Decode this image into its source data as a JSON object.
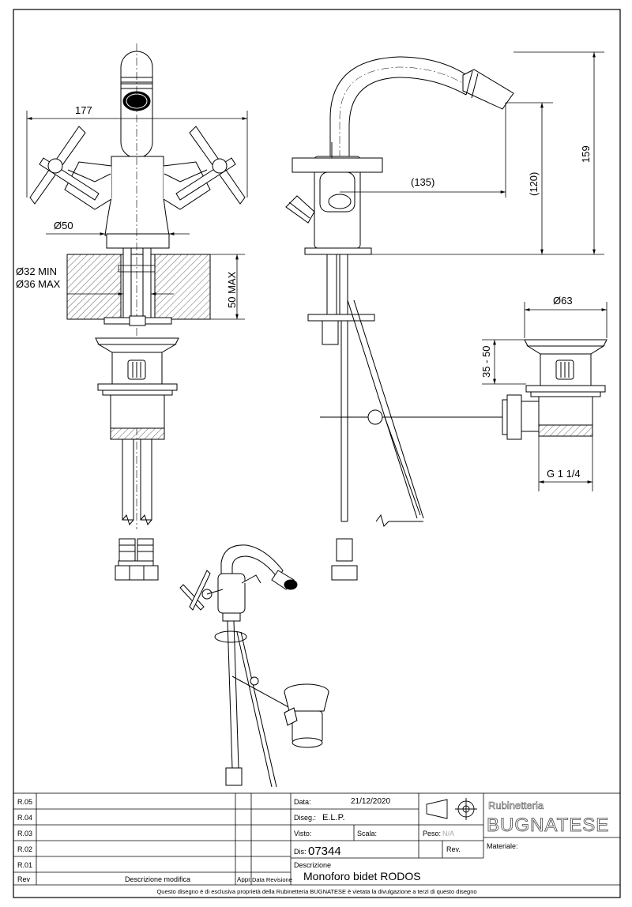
{
  "dimensions": {
    "width_177": "177",
    "dia_50": "Ø50",
    "dia_32_min": "Ø32 MIN",
    "dia_36_max": "Ø36 MAX",
    "max_50": "50 MAX",
    "reach_135": "(135)",
    "height_120": "(120)",
    "height_159": "159",
    "dia_63": "Ø63",
    "range_35_50": "35 - 50",
    "thread_g114": "G 1 1/4"
  },
  "title_block": {
    "revisions": [
      "R.05",
      "R.04",
      "R.03",
      "R.02",
      "R.01"
    ],
    "rev_header": "Rev",
    "descr_mod_header": "Descrizione modifica",
    "appr_header": "Appr.",
    "data_rev_header": "Data Revisione",
    "data_label": "Data:",
    "data_value": "21/12/2020",
    "diseg_label": "Diseg.:",
    "diseg_value": "E.L.P.",
    "visto_label": "Visto:",
    "scala_label": "Scala:",
    "peso_label": "Peso:",
    "peso_value": "N/A",
    "dis_label": "Dis:",
    "dis_value": "07344",
    "rev_label": "Rev.",
    "materiale_label": "Materiale:",
    "descrizione_label": "Descrizione",
    "descrizione_value": "Monoforo bidet RODOS",
    "brand_top": "Rubinetteria",
    "brand_name": "BUGNATESE",
    "footer": "Questo disegno è di esclusiva proprietà della Rubinetteria BUGNATESE è vietata la divulgazione a terzi di questo disegno"
  }
}
